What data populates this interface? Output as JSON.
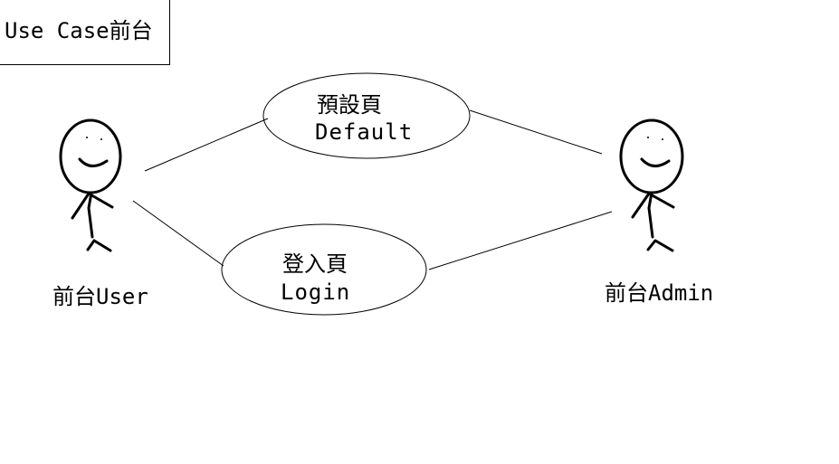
{
  "title": "Use Case前台",
  "actors": [
    {
      "id": "user",
      "label": "前台User"
    },
    {
      "id": "admin",
      "label": "前台Admin"
    }
  ],
  "use_cases": [
    {
      "id": "default",
      "line1": "預設頁",
      "line2": "Default"
    },
    {
      "id": "login",
      "line1": "登入頁",
      "line2": "Login"
    }
  ]
}
